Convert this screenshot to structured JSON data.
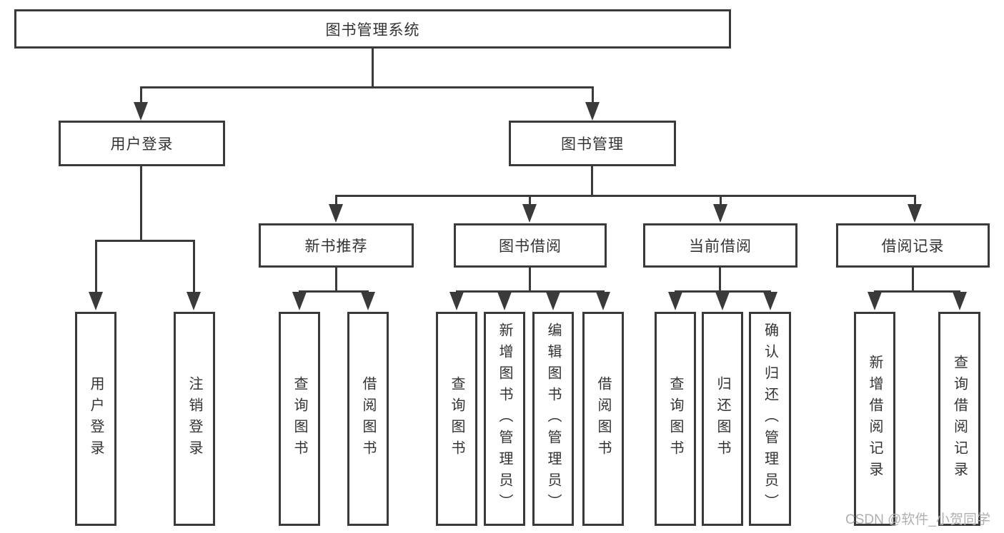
{
  "colors": {
    "line": "#3a3a3a",
    "text": "#333333",
    "watermark": "#b0b0b0",
    "background": "#ffffff"
  },
  "tree": {
    "root": {
      "label": "图书管理系统",
      "children": [
        {
          "label": "用户登录",
          "children": [
            {
              "label": "用户登录"
            },
            {
              "label": "注销登录"
            }
          ]
        },
        {
          "label": "图书管理",
          "children": [
            {
              "label": "新书推荐",
              "children": [
                {
                  "label": "查询图书"
                },
                {
                  "label": "借阅图书"
                }
              ]
            },
            {
              "label": "图书借阅",
              "children": [
                {
                  "label": "查询图书"
                },
                {
                  "label": "新增图书（管理员）"
                },
                {
                  "label": "编辑图书（管理员）"
                },
                {
                  "label": "借阅图书"
                }
              ]
            },
            {
              "label": "当前借阅",
              "children": [
                {
                  "label": "查询图书"
                },
                {
                  "label": "归还图书"
                },
                {
                  "label": "确认归还（管理员）"
                }
              ]
            },
            {
              "label": "借阅记录",
              "children": [
                {
                  "label": "新增借阅记录"
                },
                {
                  "label": "查询借阅记录"
                }
              ]
            }
          ]
        }
      ]
    }
  },
  "watermark": {
    "text": "CSDN @软件_小贺同学"
  }
}
